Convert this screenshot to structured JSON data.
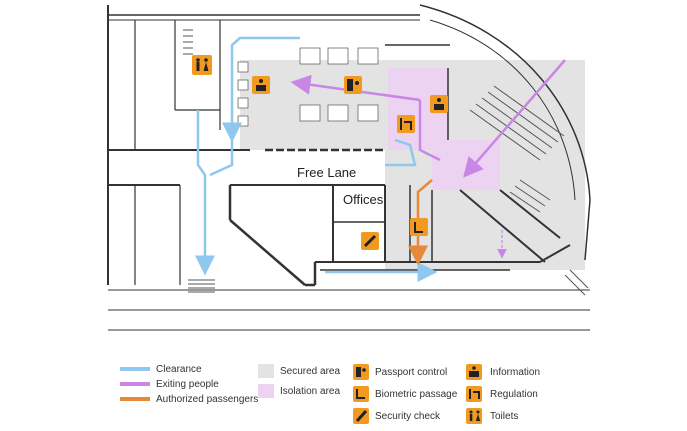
{
  "labels": {
    "free_lane": "Free Lane",
    "offices": "Offices"
  },
  "legend": {
    "routes": [
      {
        "label": "Clearance",
        "color": "#8ec8ee"
      },
      {
        "label": "Exiting people",
        "color": "#c986e6"
      },
      {
        "label": "Authorized passengers",
        "color": "#e8893a"
      }
    ],
    "areas": [
      {
        "label": "Secured area",
        "color": "#e3e3e3"
      },
      {
        "label": "Isolation area",
        "color": "#ecd3f2"
      }
    ],
    "icons": [
      {
        "label": "Passport control",
        "icon": "passport-control-icon"
      },
      {
        "label": "Biometric passage",
        "icon": "biometric-passage-icon"
      },
      {
        "label": "Security check",
        "icon": "security-check-icon"
      },
      {
        "label": "Information",
        "icon": "information-icon"
      },
      {
        "label": "Regulation",
        "icon": "regulation-icon"
      },
      {
        "label": "Toilets",
        "icon": "toilets-icon"
      }
    ]
  },
  "colors": {
    "icon_bg": "#f29a1f",
    "wall": "#333333",
    "secured": "#e3e3e3",
    "isolation": "#ecd3f2"
  }
}
